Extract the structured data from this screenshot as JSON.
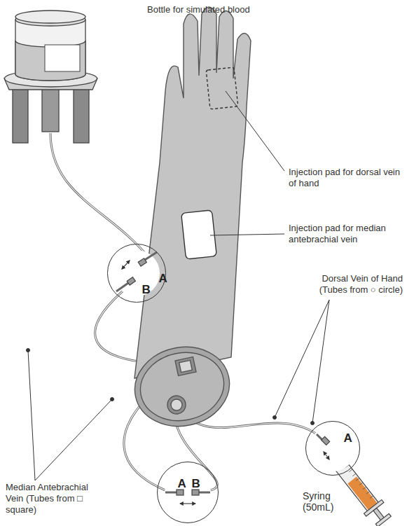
{
  "diagram": {
    "nodes": [
      {
        "text": [
          "A",
          "B"
        ]
      },
      {
        "text": [
          "A"
        ]
      },
      {
        "text": [
          "A",
          "B"
        ]
      }
    ],
    "labels": [
      "Bottle for simulated blood",
      "Injection pad for dorsal vein of hand",
      "Injection pad for median antebrachial vein",
      "Dorsal Vein of Hand (Tubes from ○ circle)",
      "Median Antebrachial Vein (Tubes from □ square)",
      "Syring (50mL)"
    ]
  }
}
